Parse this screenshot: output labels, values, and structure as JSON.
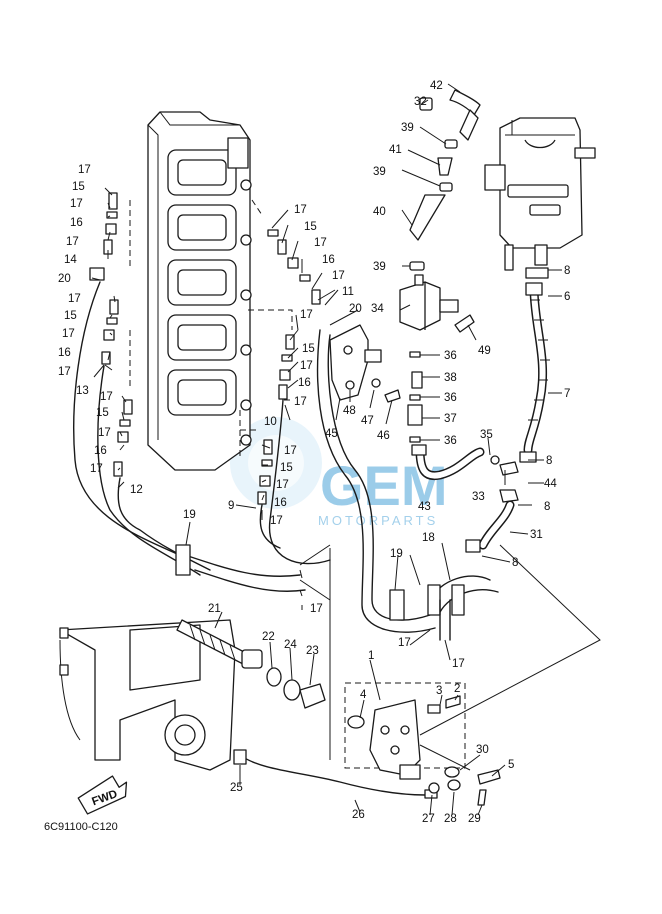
{
  "diagram": {
    "code": "6C91100-C120",
    "fwd_label": "FWD",
    "watermark": {
      "name": "GEM",
      "sub": "MOTORPARTS"
    },
    "callouts": [
      {
        "id": "c42",
        "text": "42"
      },
      {
        "id": "c32",
        "text": "32"
      },
      {
        "id": "c39a",
        "text": "39"
      },
      {
        "id": "c41",
        "text": "41"
      },
      {
        "id": "c39b",
        "text": "39"
      },
      {
        "id": "c40",
        "text": "40"
      },
      {
        "id": "c39c",
        "text": "39"
      },
      {
        "id": "c34",
        "text": "34"
      },
      {
        "id": "c49",
        "text": "49"
      },
      {
        "id": "c36a",
        "text": "36"
      },
      {
        "id": "c38",
        "text": "38"
      },
      {
        "id": "c36b",
        "text": "36"
      },
      {
        "id": "c37",
        "text": "37"
      },
      {
        "id": "c36c",
        "text": "36"
      },
      {
        "id": "c46",
        "text": "46"
      },
      {
        "id": "c47",
        "text": "47"
      },
      {
        "id": "c48",
        "text": "48"
      },
      {
        "id": "c45",
        "text": "45"
      },
      {
        "id": "c20r",
        "text": "20"
      },
      {
        "id": "c11",
        "text": "11"
      },
      {
        "id": "c8a",
        "text": "8"
      },
      {
        "id": "c6",
        "text": "6"
      },
      {
        "id": "c7",
        "text": "7"
      },
      {
        "id": "c35",
        "text": "35"
      },
      {
        "id": "c8b",
        "text": "8"
      },
      {
        "id": "c44",
        "text": "44"
      },
      {
        "id": "c33",
        "text": "33"
      },
      {
        "id": "c8c",
        "text": "8"
      },
      {
        "id": "c43",
        "text": "43"
      },
      {
        "id": "c31",
        "text": "31"
      },
      {
        "id": "c8d",
        "text": "8"
      },
      {
        "id": "c18",
        "text": "18"
      },
      {
        "id": "c19r",
        "text": "19"
      },
      {
        "id": "c17l1",
        "text": "17"
      },
      {
        "id": "c15l1",
        "text": "15"
      },
      {
        "id": "c17l2",
        "text": "17"
      },
      {
        "id": "c16l1",
        "text": "16"
      },
      {
        "id": "c17l3",
        "text": "17"
      },
      {
        "id": "c14",
        "text": "14"
      },
      {
        "id": "c20l",
        "text": "20"
      },
      {
        "id": "c17l4",
        "text": "17"
      },
      {
        "id": "c15l2",
        "text": "15"
      },
      {
        "id": "c17l5",
        "text": "17"
      },
      {
        "id": "c16l2",
        "text": "16"
      },
      {
        "id": "c17l6",
        "text": "17"
      },
      {
        "id": "c13",
        "text": "13"
      },
      {
        "id": "c17l7",
        "text": "17"
      },
      {
        "id": "c15l3",
        "text": "15"
      },
      {
        "id": "c17l8",
        "text": "17"
      },
      {
        "id": "c16l3",
        "text": "16"
      },
      {
        "id": "c17l9",
        "text": "17"
      },
      {
        "id": "c12",
        "text": "12"
      },
      {
        "id": "c17m1",
        "text": "17"
      },
      {
        "id": "c15m1",
        "text": "15"
      },
      {
        "id": "c17m2",
        "text": "17"
      },
      {
        "id": "c16m1",
        "text": "16"
      },
      {
        "id": "c17m3",
        "text": "17"
      },
      {
        "id": "c17m4",
        "text": "17"
      },
      {
        "id": "c15m2",
        "text": "15"
      },
      {
        "id": "c17m5",
        "text": "17"
      },
      {
        "id": "c16m2",
        "text": "16"
      },
      {
        "id": "c17m6",
        "text": "17"
      },
      {
        "id": "c10",
        "text": "10"
      },
      {
        "id": "c17m7",
        "text": "17"
      },
      {
        "id": "c15m3",
        "text": "15"
      },
      {
        "id": "c17m8",
        "text": "17"
      },
      {
        "id": "c16m3",
        "text": "16"
      },
      {
        "id": "c17m9",
        "text": "17"
      },
      {
        "id": "c9",
        "text": "9"
      },
      {
        "id": "c19l",
        "text": "19"
      },
      {
        "id": "c17c",
        "text": "17"
      },
      {
        "id": "c17d",
        "text": "17"
      },
      {
        "id": "c17e",
        "text": "17"
      },
      {
        "id": "c21",
        "text": "21"
      },
      {
        "id": "c22",
        "text": "22"
      },
      {
        "id": "c24",
        "text": "24"
      },
      {
        "id": "c23",
        "text": "23"
      },
      {
        "id": "c1",
        "text": "1"
      },
      {
        "id": "c4",
        "text": "4"
      },
      {
        "id": "c3",
        "text": "3"
      },
      {
        "id": "c2",
        "text": "2"
      },
      {
        "id": "c30",
        "text": "30"
      },
      {
        "id": "c5",
        "text": "5"
      },
      {
        "id": "c25",
        "text": "25"
      },
      {
        "id": "c26",
        "text": "26"
      },
      {
        "id": "c27",
        "text": "27"
      },
      {
        "id": "c28",
        "text": "28"
      },
      {
        "id": "c29",
        "text": "29"
      }
    ]
  }
}
